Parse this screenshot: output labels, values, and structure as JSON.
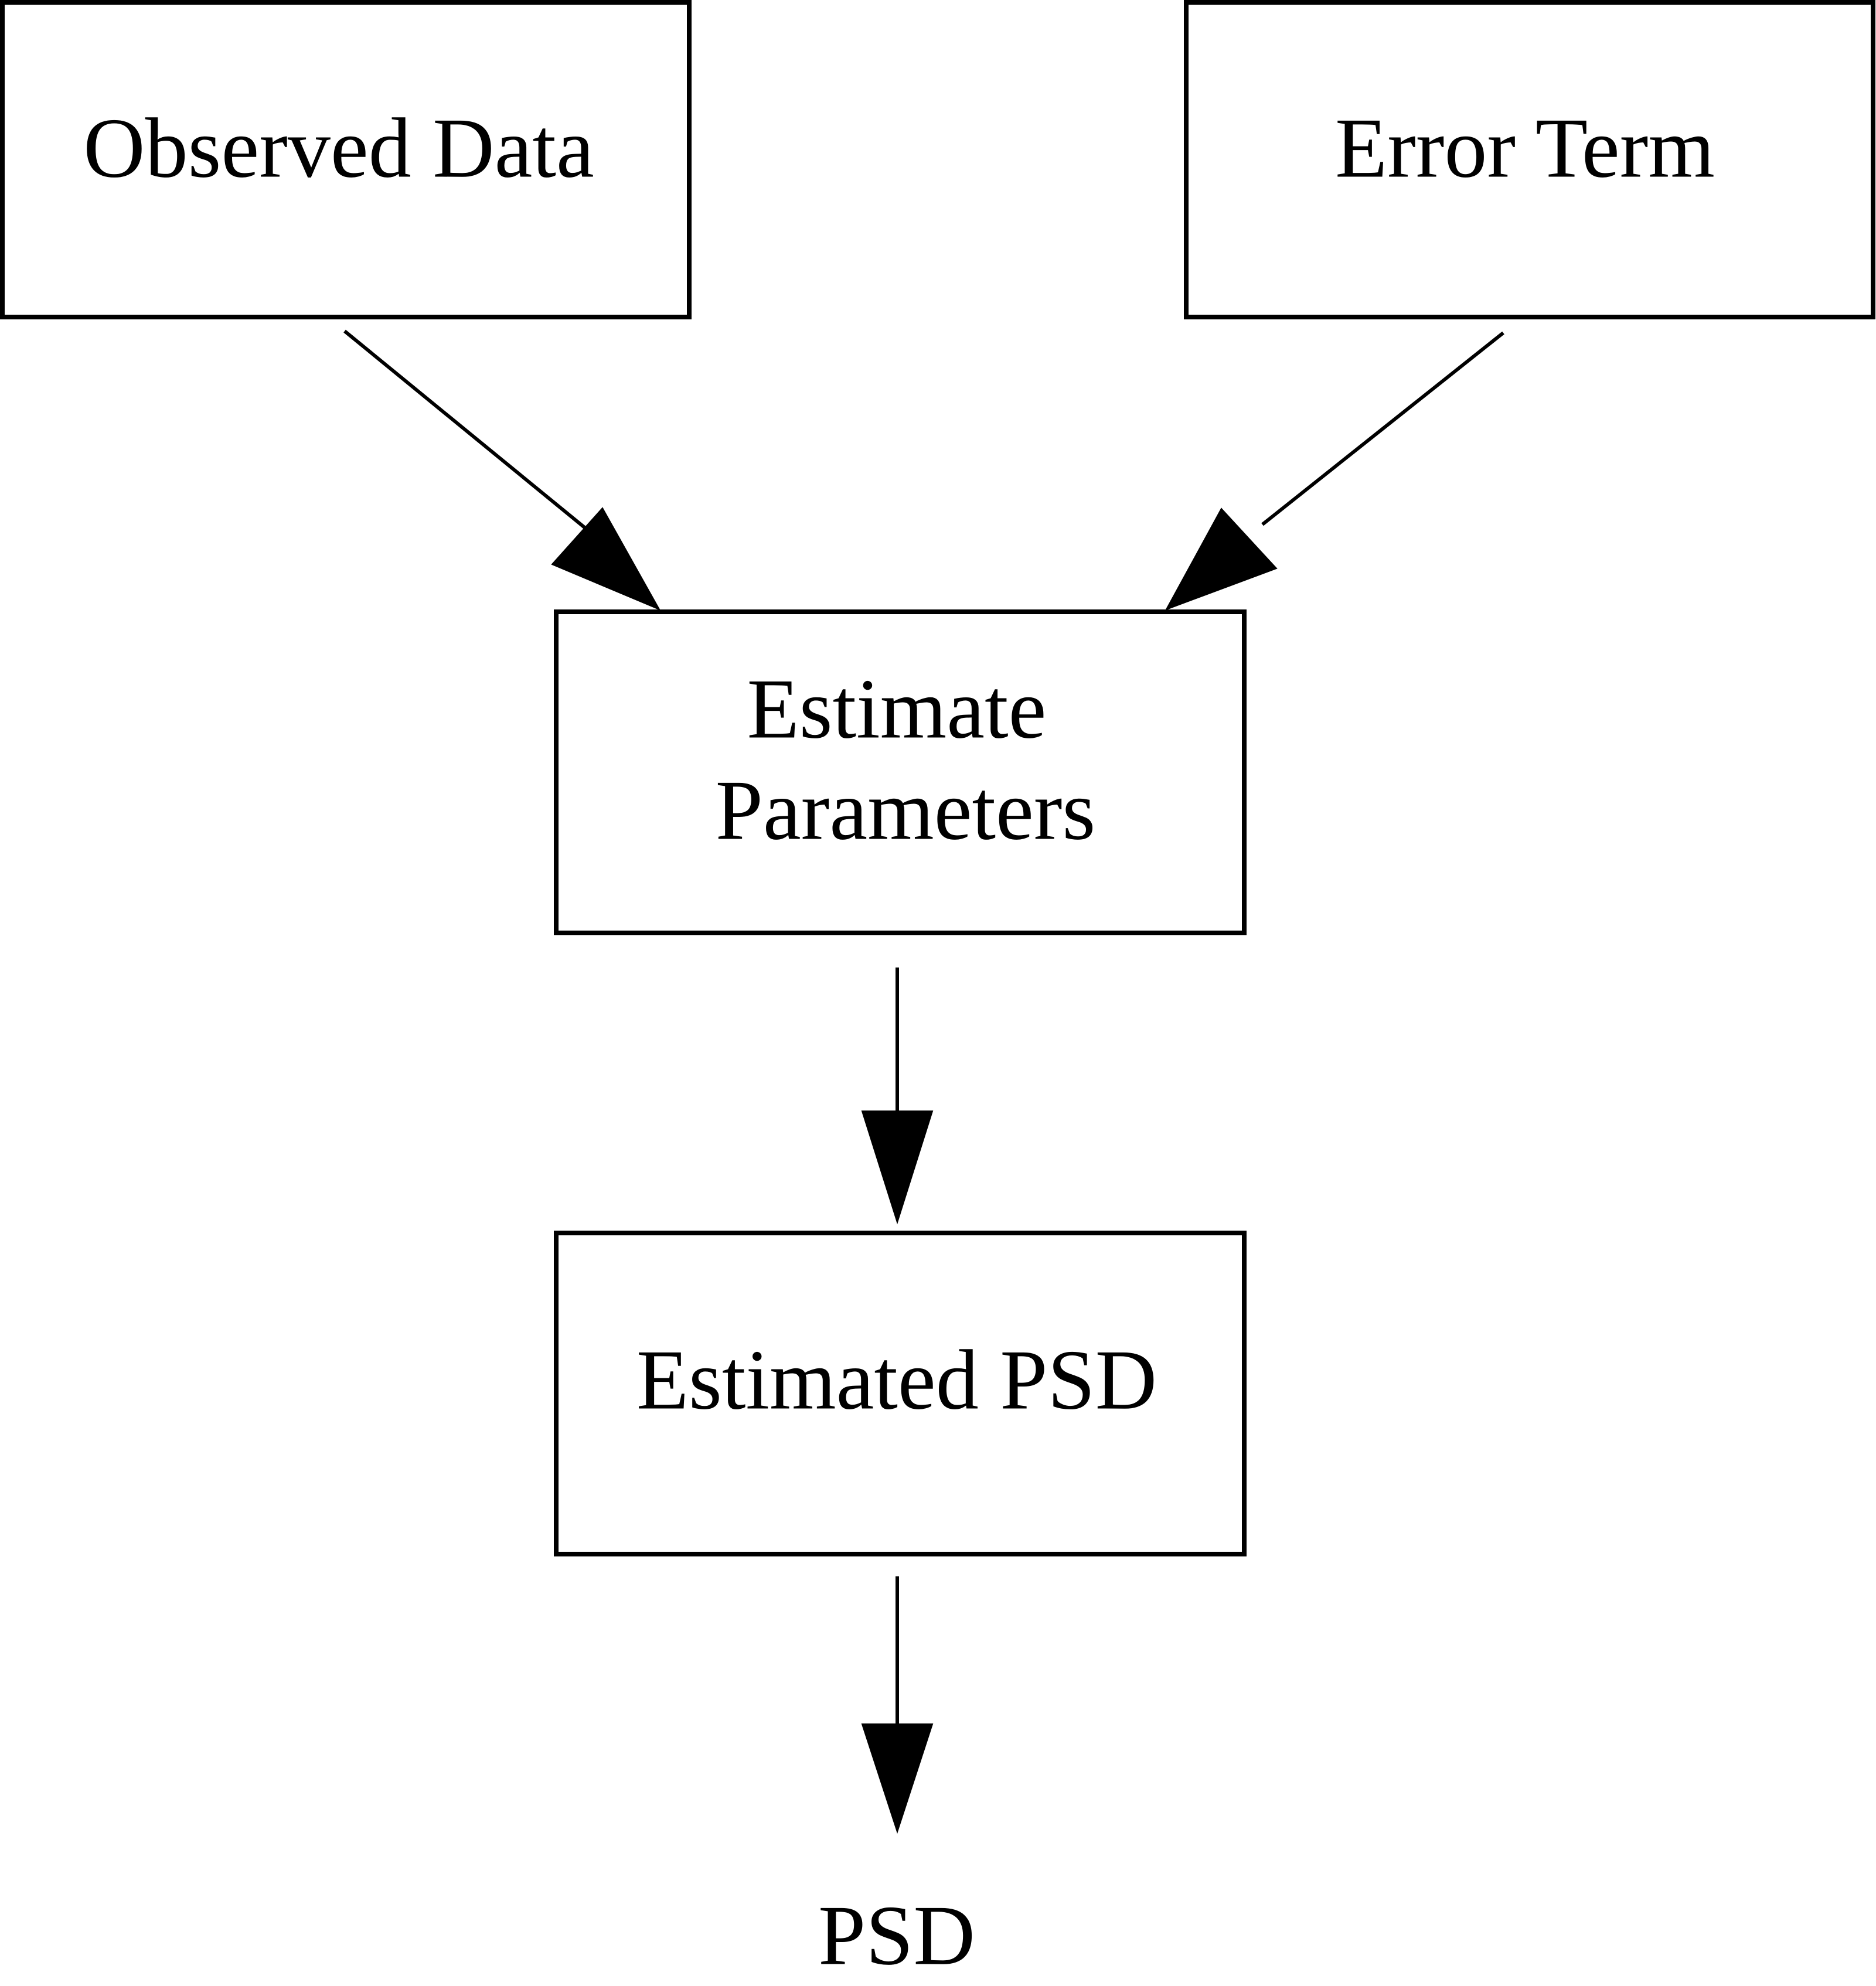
{
  "nodes": {
    "observed_data": "Observed Data",
    "error_term": "Error Term",
    "estimate_parameters": [
      "Estimate",
      "Parameters"
    ],
    "estimated_psd": "Estimated PSD",
    "psd": "PSD"
  },
  "edges": [
    {
      "from": "Observed Data",
      "to": "Estimate Parameters"
    },
    {
      "from": "Error Term",
      "to": "Estimate Parameters"
    },
    {
      "from": "Estimate Parameters",
      "to": "Estimated PSD"
    },
    {
      "from": "Estimated PSD",
      "to": "PSD"
    }
  ]
}
